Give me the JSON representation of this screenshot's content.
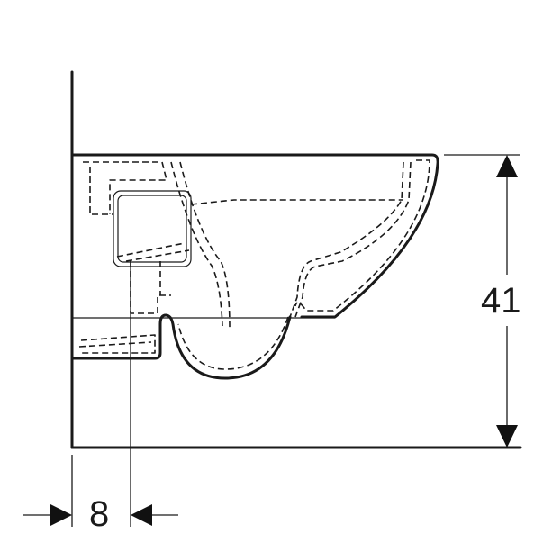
{
  "drawing": {
    "subject": "wall-hung toilet side view",
    "line_color": "#1a1a1a",
    "background": "#ffffff"
  },
  "dimensions": {
    "height": {
      "value": "41",
      "orientation": "vertical"
    },
    "outlet_offset": {
      "value": "8",
      "orientation": "horizontal"
    }
  }
}
